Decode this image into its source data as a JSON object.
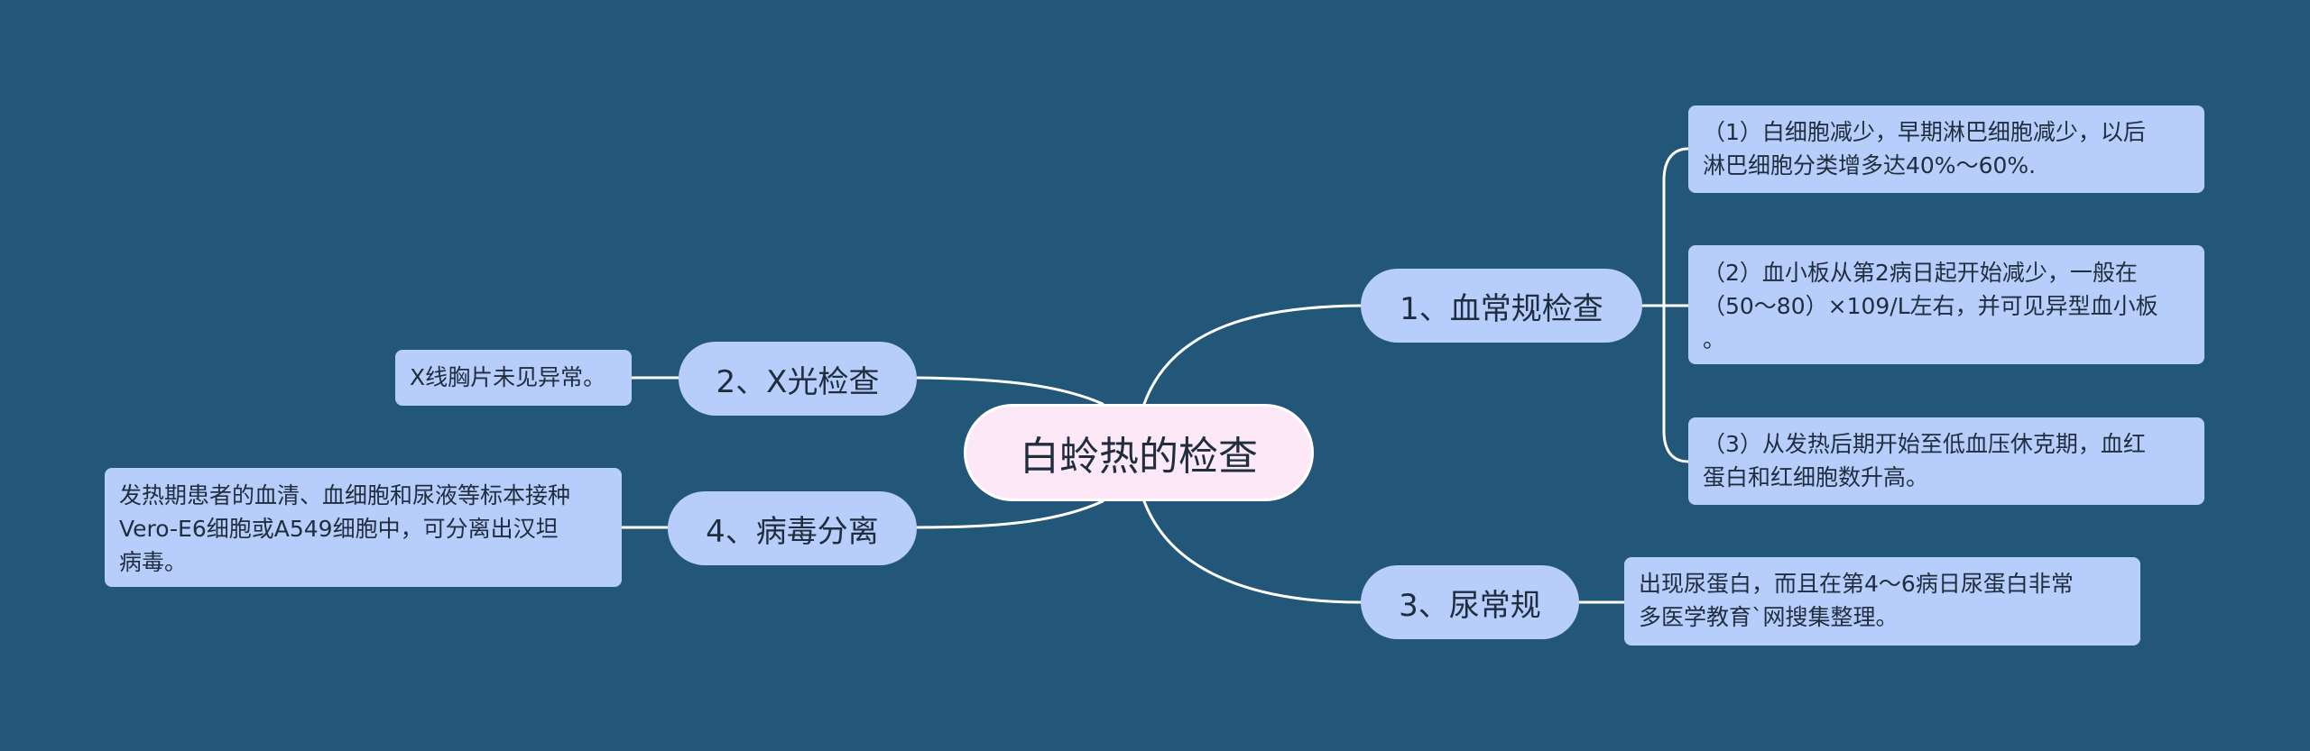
{
  "colors": {
    "background": "#235779",
    "center_fill": "#fde8f8",
    "node_fill": "#b7cdfc",
    "connector": "#ffffff"
  },
  "center": {
    "label": "白蛉热的检查"
  },
  "branches": [
    {
      "label": "1、血常规检查",
      "leaves": [
        {
          "lines": [
            "（1）白细胞减少，早期淋巴细胞减少，以后",
            "淋巴细胞分类增多达40%～60%."
          ]
        },
        {
          "lines": [
            "（2）血小板从第2病日起开始减少，一般在",
            "（50～80）×109/L左右，并可见异型血小板",
            "。"
          ]
        },
        {
          "lines": [
            "（3）从发热后期开始至低血压休克期，血红",
            "蛋白和红细胞数升高。"
          ]
        }
      ]
    },
    {
      "label": "2、X光检查",
      "leaves": [
        {
          "lines": [
            "X线胸片未见异常。"
          ]
        }
      ]
    },
    {
      "label": "3、尿常规",
      "leaves": [
        {
          "lines": [
            "出现尿蛋白，而且在第4～6病日尿蛋白非常",
            "多医学教育`网搜集整理。"
          ]
        }
      ]
    },
    {
      "label": "4、病毒分离",
      "leaves": [
        {
          "lines": [
            "发热期患者的血清、血细胞和尿液等标本接种",
            "Vero-E6细胞或A549细胞中，可分离出汉坦",
            "病毒。"
          ]
        }
      ]
    }
  ]
}
